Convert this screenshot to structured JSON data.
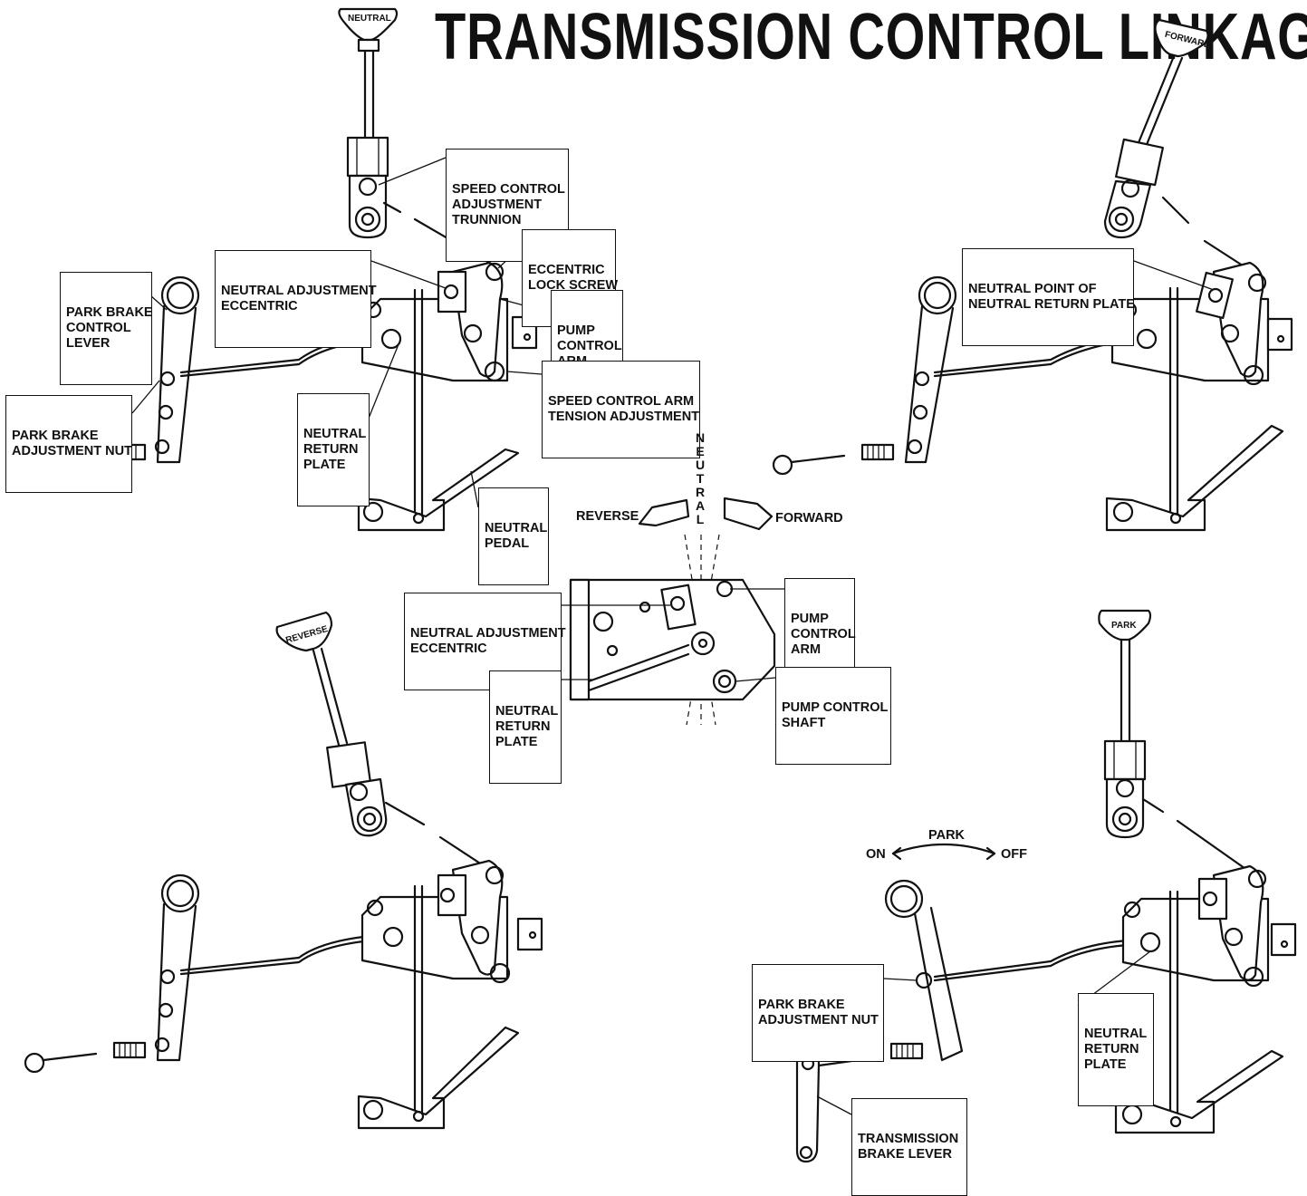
{
  "title": "TRANSMISSION CONTROL LINKAGE",
  "views": [
    {
      "knob": "NEUTRAL"
    },
    {
      "knob": "FORWARD"
    },
    {
      "knob": "REVERSE"
    },
    {
      "knob": "PARK"
    }
  ],
  "labels": {
    "speed_control_trunnion": [
      "SPEED CONTROL",
      "ADJUSTMENT",
      "TRUNNION"
    ],
    "eccentric_lock_screw": [
      "ECCENTRIC",
      "LOCK SCREW"
    ],
    "neutral_adjustment_eccentric_top": [
      "NEUTRAL ADJUSTMENT",
      "ECCENTRIC"
    ],
    "park_brake_control_lever": [
      "PARK BRAKE",
      "CONTROL",
      "LEVER"
    ],
    "pump_control_arm_top": [
      "PUMP",
      "CONTROL",
      "ARM"
    ],
    "park_brake_adjustment_nut_top": [
      "PARK BRAKE",
      "ADJUSTMENT NUT"
    ],
    "neutral_return_plate_top": [
      "NEUTRAL",
      "RETURN",
      "PLATE"
    ],
    "speed_control_arm_tension": [
      "SPEED CONTROL ARM",
      "TENSION ADJUSTMENT"
    ],
    "neutral_pedal": [
      "NEUTRAL",
      "PEDAL"
    ],
    "neutral_point": [
      "NEUTRAL POINT OF",
      "NEUTRAL RETURN PLATE"
    ],
    "neutral_adjustment_eccentric_center": [
      "NEUTRAL ADJUSTMENT",
      "ECCENTRIC"
    ],
    "neutral_return_plate_center": [
      "NEUTRAL",
      "RETURN",
      "PLATE"
    ],
    "pump_control_arm_center": [
      "PUMP",
      "CONTROL",
      "ARM"
    ],
    "pump_control_shaft": [
      "PUMP CONTROL",
      "SHAFT"
    ],
    "park_brake_adjustment_nut_bottom": [
      "PARK BRAKE",
      "ADJUSTMENT NUT"
    ],
    "neutral_return_plate_bottom": [
      "NEUTRAL",
      "RETURN",
      "PLATE"
    ],
    "transmission_brake_lever": [
      "TRANSMISSION",
      "BRAKE LEVER"
    ]
  },
  "direction": {
    "reverse": "REVERSE",
    "forward": "FORWARD",
    "neutral_vertical": [
      "N",
      "E",
      "U",
      "T",
      "R",
      "A",
      "L"
    ]
  },
  "park_indicator": {
    "label": "PARK",
    "on": "ON",
    "off": "OFF"
  }
}
